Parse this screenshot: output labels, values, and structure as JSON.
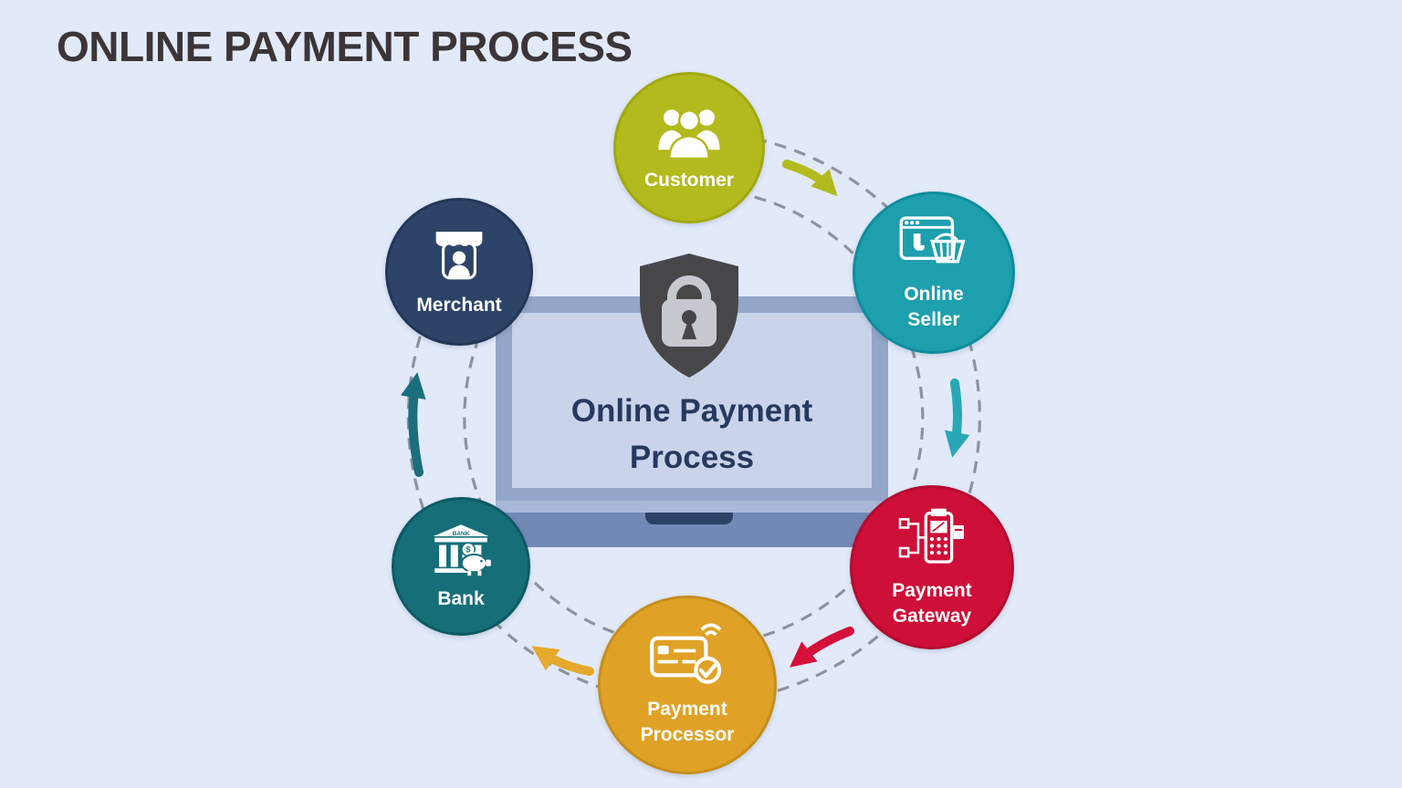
{
  "title": "ONLINE PAYMENT PROCESS",
  "center": {
    "label": "Online Payment\nProcess",
    "icon": "shield-lock-icon",
    "device": "laptop"
  },
  "nodes": [
    {
      "label": "Customer",
      "color": "#b2ba1e",
      "border": "#a2a90f",
      "icon": "people-group-icon"
    },
    {
      "label": "Online\nSeller",
      "color": "#1d9fae",
      "border": "#0f8d9c",
      "icon": "browser-shopping-basket-icon"
    },
    {
      "label": "Payment\nGateway",
      "color": "#ce0f38",
      "border": "#b50c2f",
      "icon": "pos-terminal-icon"
    },
    {
      "label": "Payment\nProcessor",
      "color": "#dfa226",
      "border": "#c68e1a",
      "icon": "contactless-credit-card-check-icon"
    },
    {
      "label": "Bank",
      "color": "#156e78",
      "border": "#0c5a64",
      "icon": "bank-building-piggy-icon",
      "icon_captions": {
        "roof": "BANK",
        "coin": "$"
      }
    },
    {
      "label": "Merchant",
      "color": "#2d4468",
      "border": "#223758",
      "icon": "storefront-icon"
    }
  ],
  "arrows": [
    {
      "from": "Customer",
      "to": "Online Seller",
      "color": "#b2ba1e"
    },
    {
      "from": "Online Seller",
      "to": "Payment Gateway",
      "color": "#2aa7b5"
    },
    {
      "from": "Payment Gateway",
      "to": "Payment Processor",
      "color": "#d5113b"
    },
    {
      "from": "Payment Processor",
      "to": "Bank",
      "color": "#e5a92d"
    },
    {
      "from": "Bank",
      "to": "Merchant",
      "color": "#1b6f7c"
    }
  ],
  "colors": {
    "background": "#e2eafa",
    "dashed_ring": "#8d939e",
    "laptop_bezel": "#93a6c9",
    "laptop_screen": "#c9d4ea",
    "laptop_strip": "#a9b8d8",
    "laptop_base": "#7289b6",
    "laptop_notch": "#2c4166",
    "shield": "#47474a",
    "shield_lock": "#c6c9cf",
    "center_text": "#27395f",
    "title_text": "#3b3538"
  }
}
